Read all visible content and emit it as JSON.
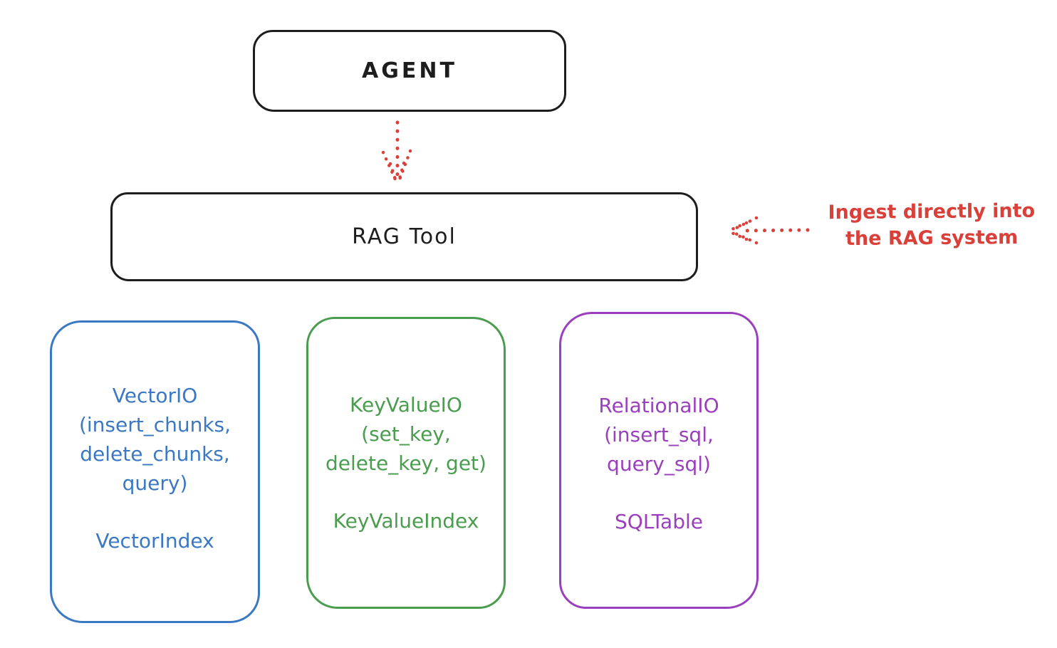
{
  "colors": {
    "ink": "#1d1d1d",
    "red": "#d9403a",
    "blue": "#3b78c4",
    "green": "#4a9d4e",
    "purple": "#9a3fbd",
    "background": "#ffffff"
  },
  "agent_box": {
    "label": "AGENT"
  },
  "rag_tool_box": {
    "label": "RAG Tool"
  },
  "annotation": {
    "line1": "Ingest directly into",
    "line2": "the RAG system",
    "color": "#d9403a"
  },
  "io_boxes": [
    {
      "name": "VectorIO",
      "color": "#3b78c4",
      "lines": [
        "VectorIO",
        "(insert_chunks,",
        "delete_chunks,",
        "query)"
      ],
      "index_label": "VectorIndex"
    },
    {
      "name": "KeyValueIO",
      "color": "#4a9d4e",
      "lines": [
        "KeyValueIO",
        "(set_key,",
        "delete_key, get)"
      ],
      "index_label": "KeyValueIndex"
    },
    {
      "name": "RelationalIO",
      "color": "#9a3fbd",
      "lines": [
        "RelationalIO",
        "(insert_sql,",
        "query_sql)"
      ],
      "index_label": "SQLTable"
    }
  ],
  "arrows": [
    {
      "name": "agent-to-rag-arrow",
      "style": "dotted",
      "direction": "down",
      "color": "#d9403a"
    },
    {
      "name": "annotation-to-rag-arrow",
      "style": "dotted",
      "direction": "left",
      "color": "#d9403a"
    }
  ]
}
